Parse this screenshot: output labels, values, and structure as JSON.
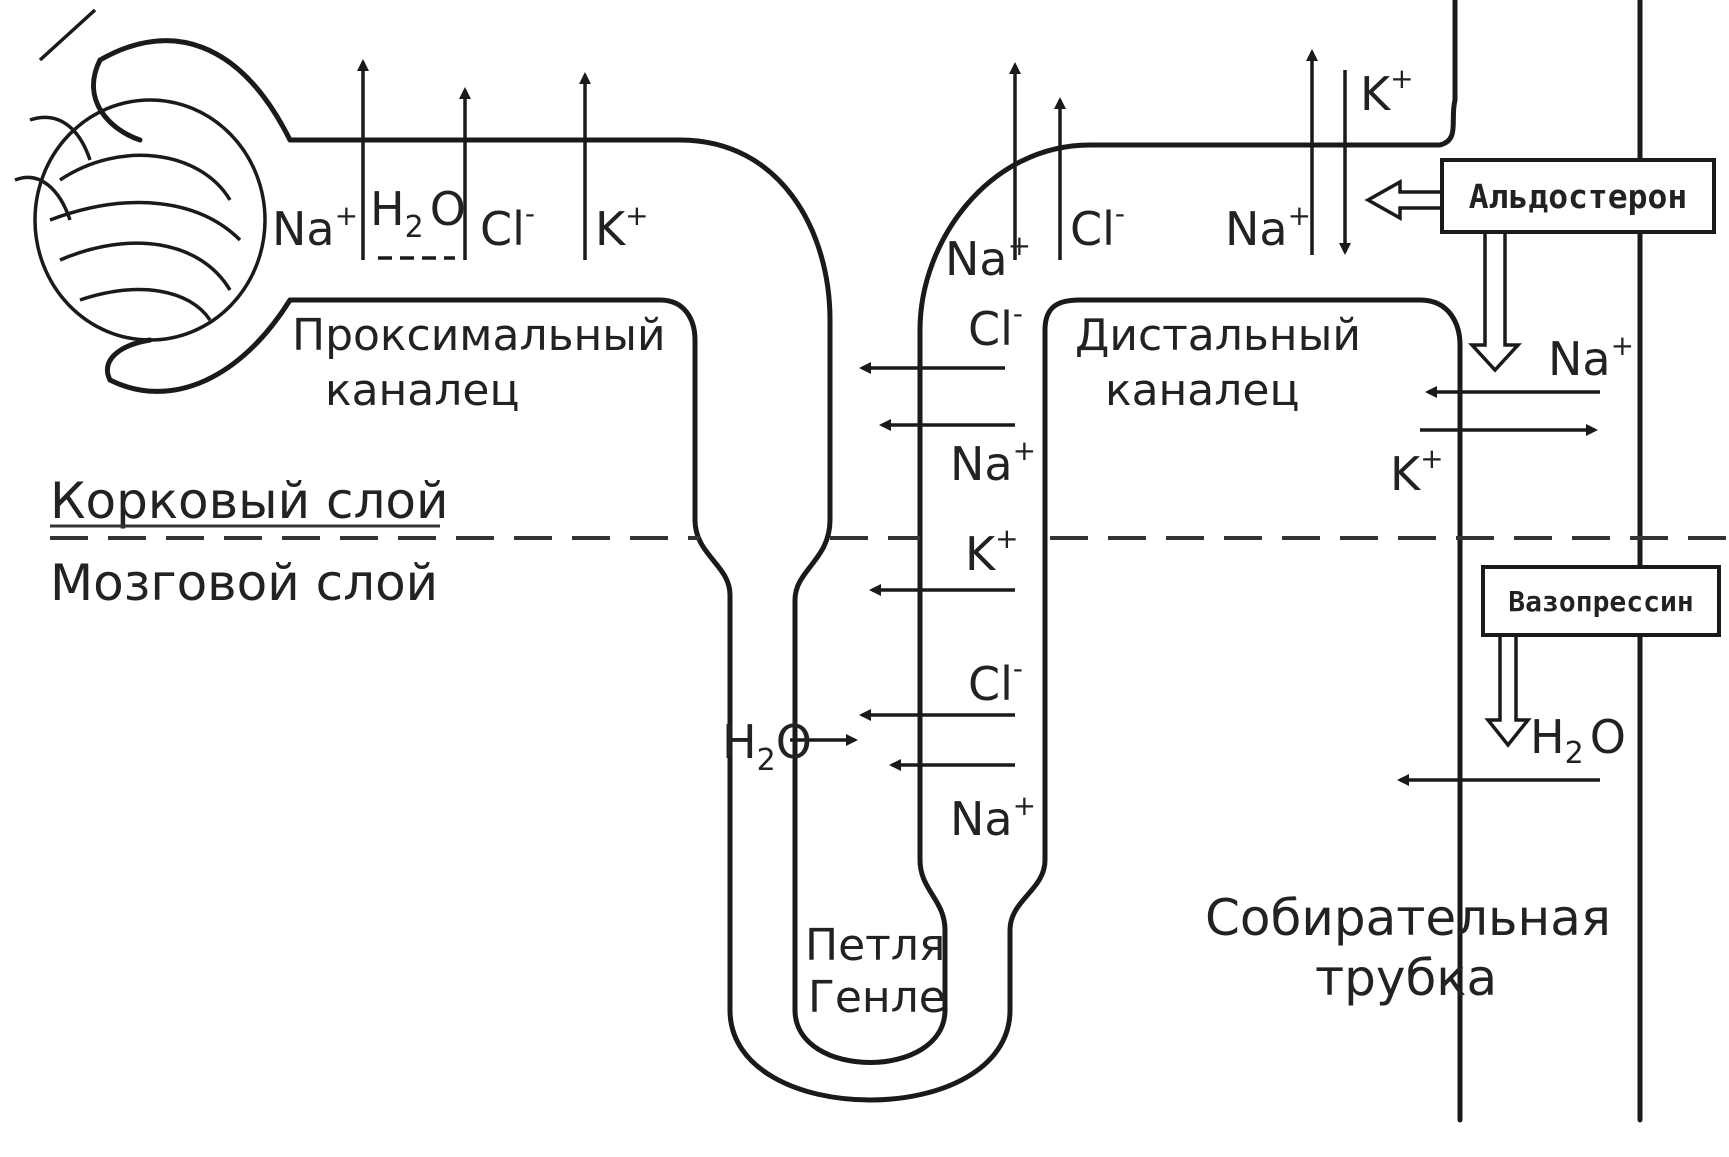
{
  "diagram": {
    "title": "",
    "regions": {
      "cortex": "Корковый слой",
      "medulla": "Мозговой слой"
    },
    "segments": {
      "proximal_l1": "Проксимальный",
      "proximal_l2": "каналец",
      "distal_l1": "Дистальный",
      "distal_l2": "каналец",
      "loop_l1": "Петля",
      "loop_l2": "Генле",
      "collecting_l1": "Собирательная",
      "collecting_l2": "трубка"
    },
    "hormones": {
      "aldosterone": "Альдостерон",
      "vasopressin": "Вазопрессин"
    },
    "ions": {
      "na": "Na",
      "cl": "Cl",
      "k": "K",
      "h": "H",
      "two": "2",
      "o": "O",
      "plus": "+",
      "minus": "-"
    }
  }
}
